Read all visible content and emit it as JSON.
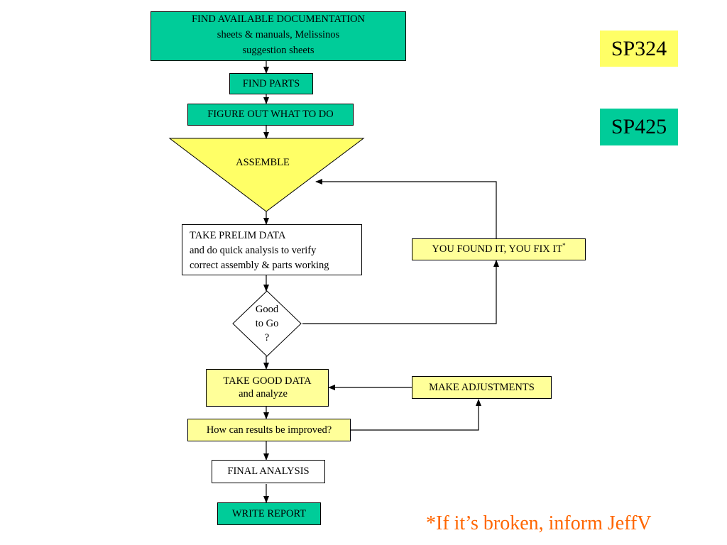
{
  "boxes": {
    "find_docs": {
      "lines": [
        "FIND AVAILABLE DOCUMENTATION",
        "sheets & manuals,   Melissinos",
        "suggestion sheets"
      ]
    },
    "find_parts": {
      "label": "FIND PARTS"
    },
    "figure_out": {
      "label": "FIGURE OUT WHAT TO DO"
    },
    "assemble": {
      "label": "ASSEMBLE"
    },
    "prelim": {
      "lines": [
        "TAKE PRELIM DATA",
        "and do quick analysis to verify",
        "correct assembly & parts working"
      ]
    },
    "decision": {
      "lines": [
        "Good",
        "to Go",
        "?"
      ]
    },
    "you_found": {
      "label": "YOU FOUND IT, YOU FIX IT",
      "mark": "*"
    },
    "good_data": {
      "lines": [
        "TAKE GOOD DATA",
        "and analyze"
      ]
    },
    "adjust": {
      "label": "MAKE ADJUSTMENTS"
    },
    "improve": {
      "label": "How can results be improved?"
    },
    "final": {
      "label": "FINAL ANALYSIS"
    },
    "report": {
      "label": "WRITE REPORT"
    }
  },
  "tags": {
    "sp324": "SP324",
    "sp425": "SP425"
  },
  "footnote": "*If it’s broken, inform JeffV",
  "colors": {
    "green": "#00cc99",
    "yellow": "#ffff99",
    "yellow_tag": "#ffff66",
    "footnote": "#ff6600"
  }
}
